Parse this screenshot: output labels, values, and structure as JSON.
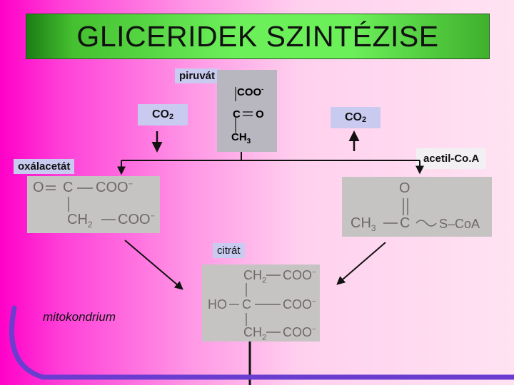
{
  "title": "GLICERIDEK SZINTÉZISE",
  "pyruvate": {
    "label": "piruvát",
    "coo": "COO",
    "coo_sup": "-",
    "carbonyl_c": "C",
    "carbonyl_o": "O",
    "ch3": "CH",
    "ch3_sub": "3"
  },
  "co2_left": {
    "main": "CO",
    "sub": "2"
  },
  "co2_right": {
    "main": "CO",
    "sub": "2"
  },
  "oxaloacetate": {
    "label": "oxálacetát",
    "o": "O",
    "c": "C",
    "coo1": "COO",
    "coo2": "COO",
    "ch2": "CH",
    "ch2_sub": "2",
    "minus": "−"
  },
  "acetylcoa": {
    "label": "acetil-Co.A",
    "o": "O",
    "ch3": "CH",
    "ch3_sub": "3",
    "c": "C",
    "scoa": "S–CoA"
  },
  "citrate": {
    "label": "citrát",
    "ch2_top": "CH",
    "ch2_top_sub": "2",
    "coo_top": "COO",
    "ho": "HO",
    "c": "C",
    "coo_mid": "COO",
    "ch2_bot": "CH",
    "ch2_bot_sub": "2",
    "coo_bot": "COO",
    "minus": "−"
  },
  "mitochondrion_label": "mitokondrium",
  "colors": {
    "title_bg": "#6cf05a",
    "label_bg": "#c9caf0",
    "molecule_bg": "#c6c3c3",
    "membrane": "#6a3dd0"
  }
}
